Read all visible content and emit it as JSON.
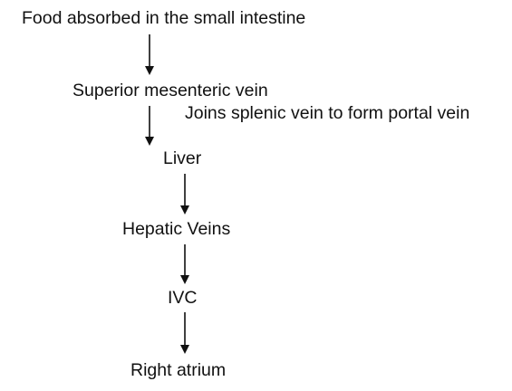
{
  "flow": {
    "steps": [
      "Food absorbed in the small intestine",
      "Superior mesenteric vein",
      "Liver",
      "Hepatic Veins",
      "IVC",
      "Right atrium"
    ],
    "annotation": "Joins splenic vein to form portal vein"
  }
}
